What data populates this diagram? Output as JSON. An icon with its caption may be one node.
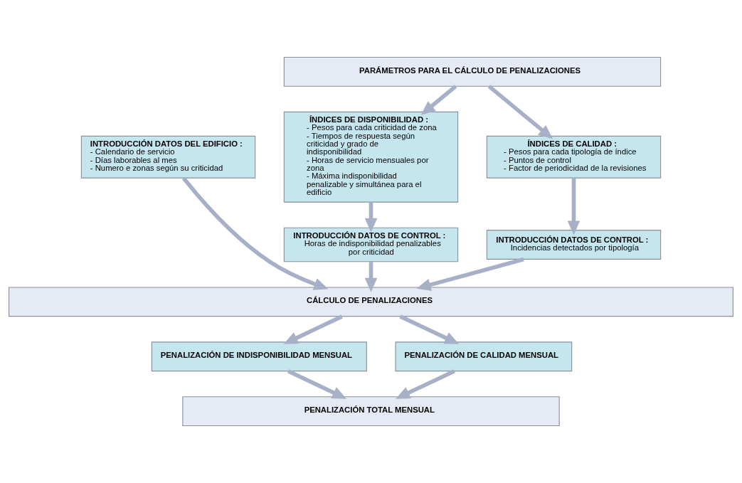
{
  "diagram": {
    "nodes": [
      {
        "text": [
          "PARÁMETROS PARA EL CÁLCULO DE PENALIZACIONES"
        ]
      },
      {
        "text": [
          "INTRODUCCIÓN DATOS DEL EDIFICIO :",
          "- Calendario de servicio",
          "- Días laborables al mes",
          "- Numero e zonas según su criticidad"
        ]
      },
      {
        "text": [
          "ÍNDICES DE DISPONIBILIDAD :",
          "- Pesos para cada criticidad de zona",
          "- Tiempos de respuesta según criticidad y grado de indisponibilidad",
          "- Horas de servicio mensuales por zona",
          "- Máxima indisponibilidad penalizable y simultánea para el edificio"
        ]
      },
      {
        "text": [
          "ÍNDICES DE CALIDAD :",
          "- Pesos para cada tipología de índice",
          "- Puntos de control",
          "- Factor de periodicidad de la revisiones"
        ]
      },
      {
        "text": [
          "INTRODUCCIÓN DATOS DE CONTROL :",
          "Horas de indisponibilidad penalizables por criticidad"
        ]
      },
      {
        "text": [
          "INTRODUCCIÓN DATOS DE CONTROL :",
          "Incidencias detectados por tipología"
        ]
      },
      {
        "text": [
          "CÁLCULO DE PENALIZACIONES"
        ]
      },
      {
        "text": [
          "PENALIZACIÓN DE INDISPONIBILIDAD MENSUAL"
        ]
      },
      {
        "text": [
          "PENALIZACIÓN DE CALIDAD MENSUAL"
        ]
      },
      {
        "text": [
          "PENALIZACIÓN TOTAL MENSUAL"
        ]
      }
    ],
    "edges": [
      {
        "from": 0,
        "to": 2,
        "arrow": "to"
      },
      {
        "from": 0,
        "to": 3,
        "arrow": "to"
      },
      {
        "from": 2,
        "to": 4,
        "arrow": "to"
      },
      {
        "from": 3,
        "to": 5,
        "arrow": "to"
      },
      {
        "from": 1,
        "to": 6,
        "arrow": "to"
      },
      {
        "from": 4,
        "to": 6,
        "arrow": "to"
      },
      {
        "from": 5,
        "to": 6,
        "arrow": "to"
      },
      {
        "from": 6,
        "to": 7,
        "arrow": "to"
      },
      {
        "from": 6,
        "to": 8,
        "arrow": "to"
      },
      {
        "from": 7,
        "to": 9,
        "arrow": "to"
      },
      {
        "from": 8,
        "to": 9,
        "arrow": "to"
      }
    ]
  }
}
